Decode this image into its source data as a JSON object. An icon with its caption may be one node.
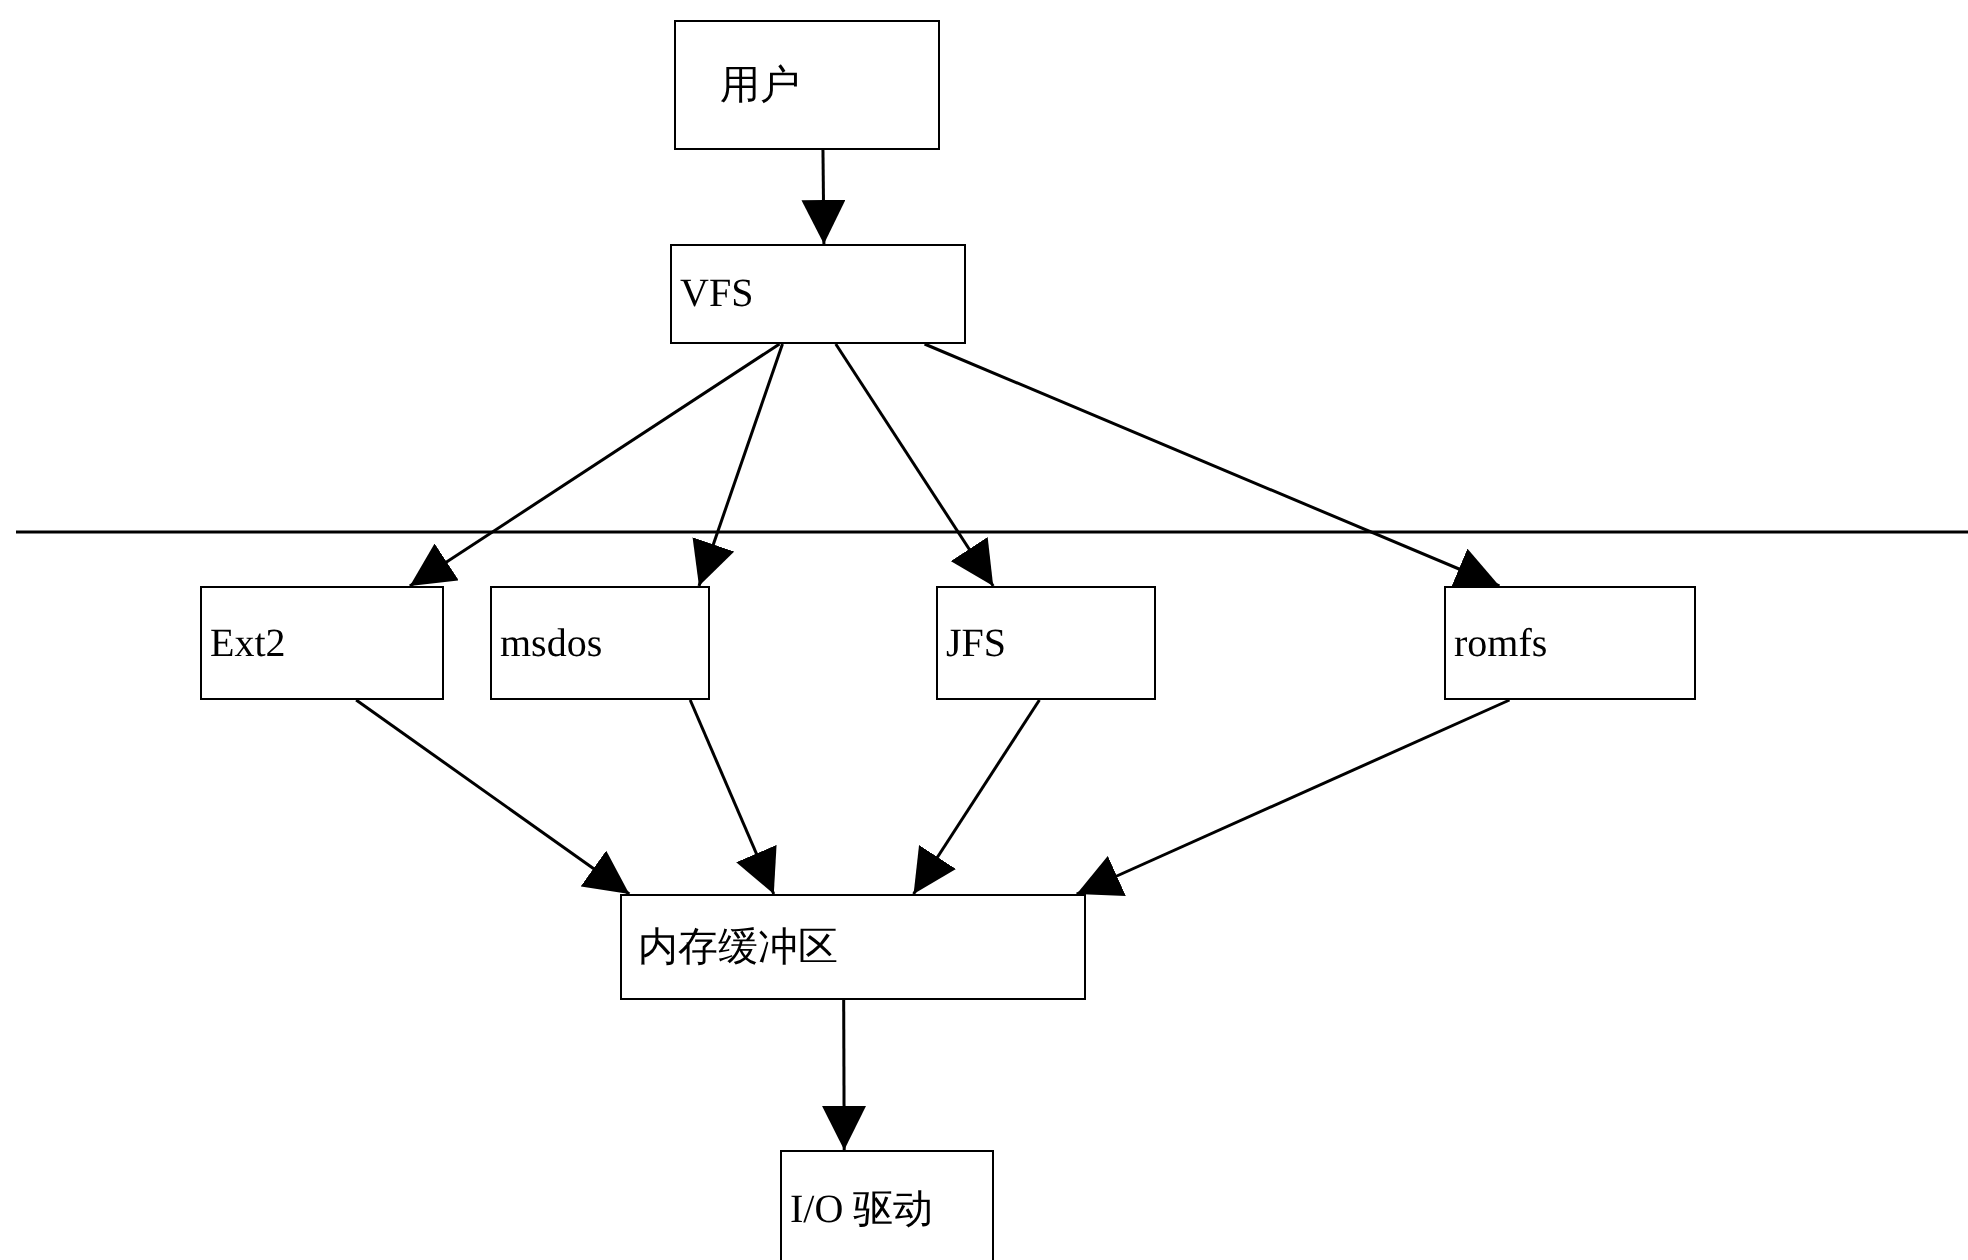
{
  "diagram": {
    "nodes": [
      {
        "text": [
          "用户"
        ]
      },
      {
        "text": [
          "VFS"
        ]
      },
      {
        "text": [
          "Ext2"
        ]
      },
      {
        "text": [
          "msdos"
        ]
      },
      {
        "text": [
          "JFS"
        ]
      },
      {
        "text": [
          "romfs"
        ]
      },
      {
        "text": [
          "内存缓冲区"
        ]
      },
      {
        "text": [
          "I/O 驱动"
        ]
      }
    ],
    "edges": [
      {
        "from": 0,
        "to": 1,
        "arrow": "to"
      },
      {
        "from": 1,
        "to": 2,
        "arrow": "to"
      },
      {
        "from": 1,
        "to": 3,
        "arrow": "to"
      },
      {
        "from": 1,
        "to": 4,
        "arrow": "to"
      },
      {
        "from": 1,
        "to": 5,
        "arrow": "to"
      },
      {
        "from": 2,
        "to": 6,
        "arrow": "to"
      },
      {
        "from": 3,
        "to": 6,
        "arrow": "to"
      },
      {
        "from": 4,
        "to": 6,
        "arrow": "to"
      },
      {
        "from": 5,
        "to": 6,
        "arrow": "to"
      },
      {
        "from": 6,
        "to": 7,
        "arrow": "to"
      }
    ]
  }
}
